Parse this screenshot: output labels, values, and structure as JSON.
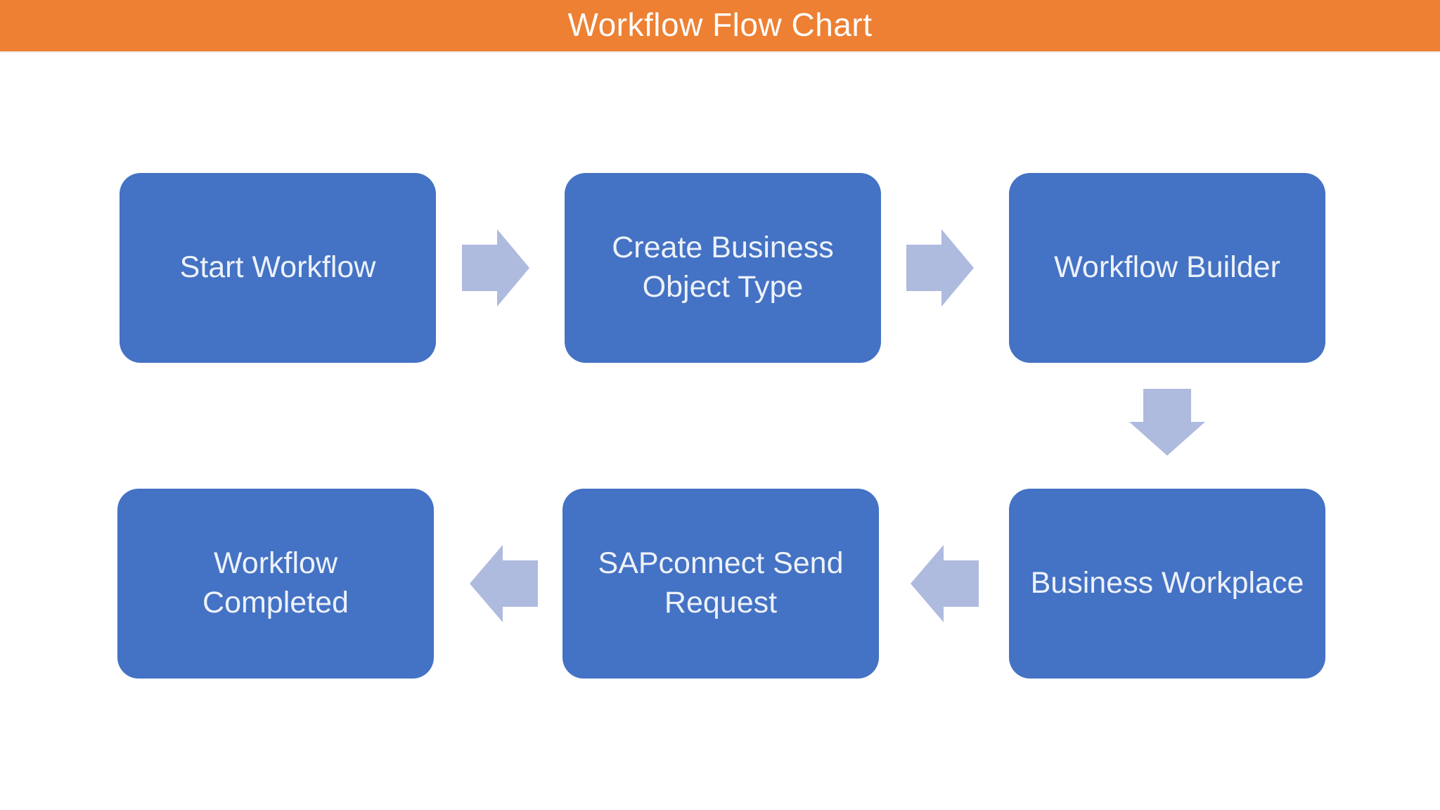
{
  "header": {
    "title": "Workflow Flow Chart",
    "background_color": "#ED8032",
    "text_color": "#FDFDFD"
  },
  "diagram": {
    "node_fill_color": "#4472C4",
    "node_text_color": "#EDF2FA",
    "arrow_color": "#AFBADF",
    "background_color": "#FFFFFF",
    "nodes": [
      {
        "id": "start-workflow",
        "label": "Start Workflow",
        "row": 1,
        "col": 1
      },
      {
        "id": "create-business-object-type",
        "label": "Create Business\nObject Type",
        "row": 1,
        "col": 2
      },
      {
        "id": "workflow-builder",
        "label": "Workflow Builder",
        "row": 1,
        "col": 3
      },
      {
        "id": "business-workplace",
        "label": "Business Workplace",
        "row": 2,
        "col": 3
      },
      {
        "id": "sapconnect-send-request",
        "label": "SAPconnect Send\nRequest",
        "row": 2,
        "col": 2
      },
      {
        "id": "workflow-completed",
        "label": "Workflow\nCompleted",
        "row": 2,
        "col": 1
      }
    ],
    "connectors": [
      {
        "from": "start-workflow",
        "to": "create-business-object-type",
        "direction": "right"
      },
      {
        "from": "create-business-object-type",
        "to": "workflow-builder",
        "direction": "right"
      },
      {
        "from": "workflow-builder",
        "to": "business-workplace",
        "direction": "down"
      },
      {
        "from": "business-workplace",
        "to": "sapconnect-send-request",
        "direction": "left"
      },
      {
        "from": "sapconnect-send-request",
        "to": "workflow-completed",
        "direction": "left"
      }
    ]
  }
}
